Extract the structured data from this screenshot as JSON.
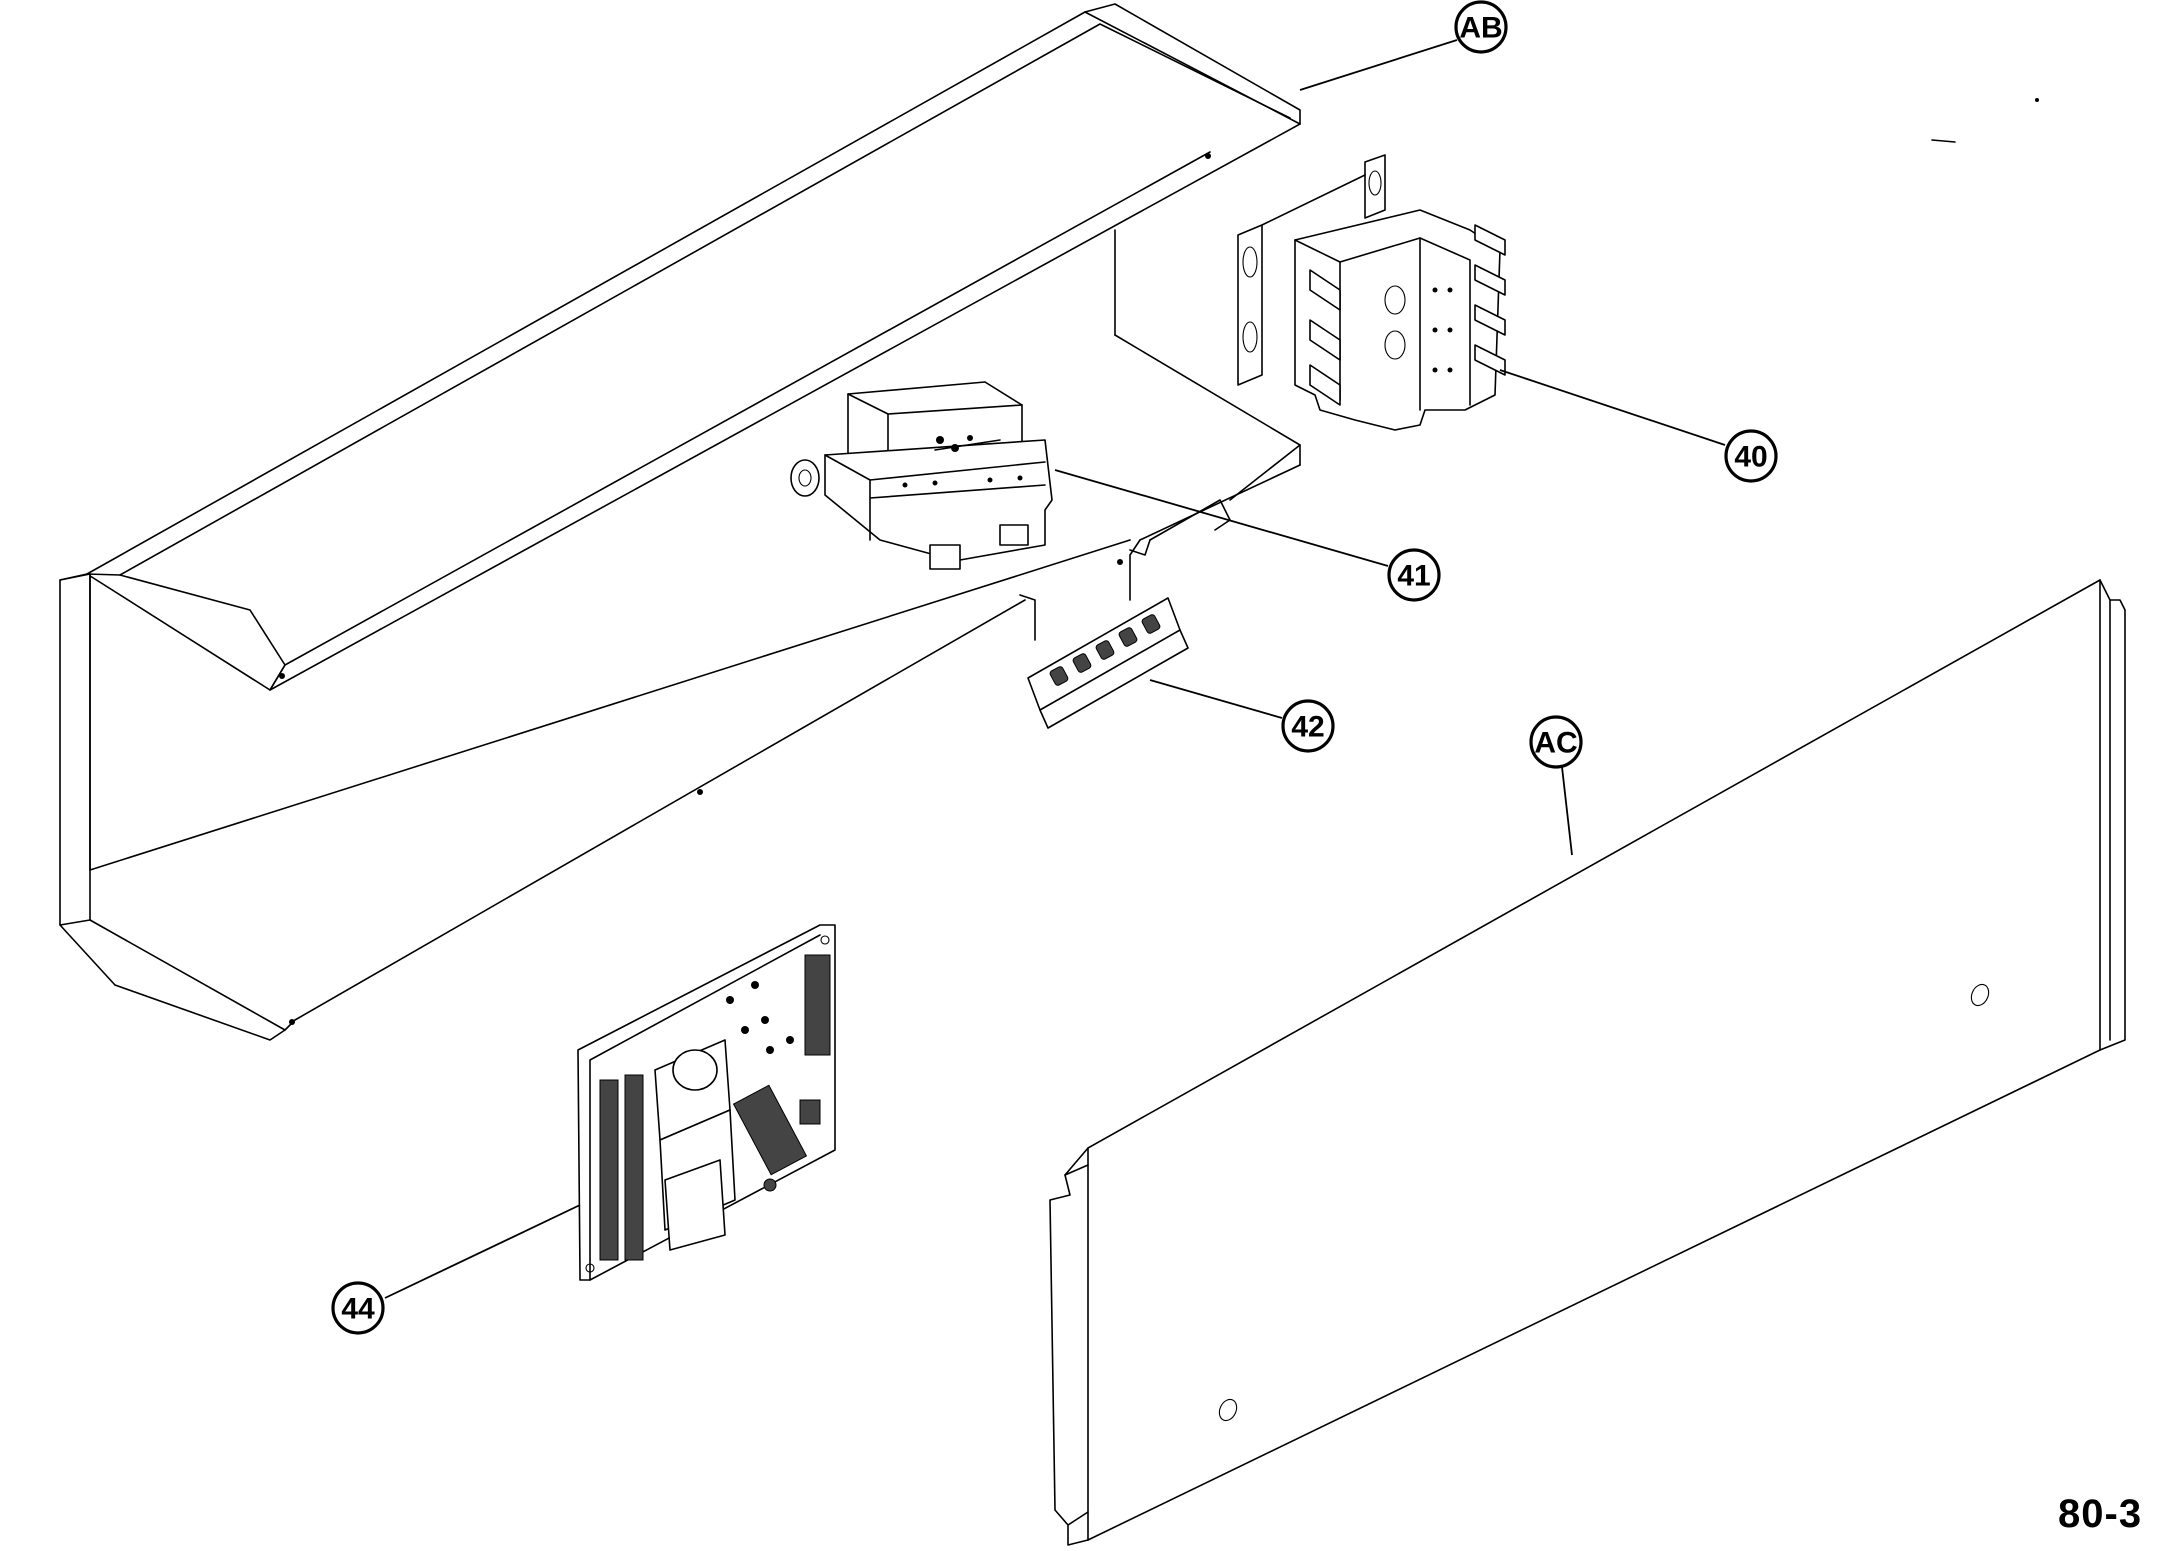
{
  "callouts": {
    "ab": "AB",
    "c40": "40",
    "c41": "41",
    "c42": "42",
    "ac": "AC",
    "c44": "44"
  },
  "drawing_number": "80-3"
}
